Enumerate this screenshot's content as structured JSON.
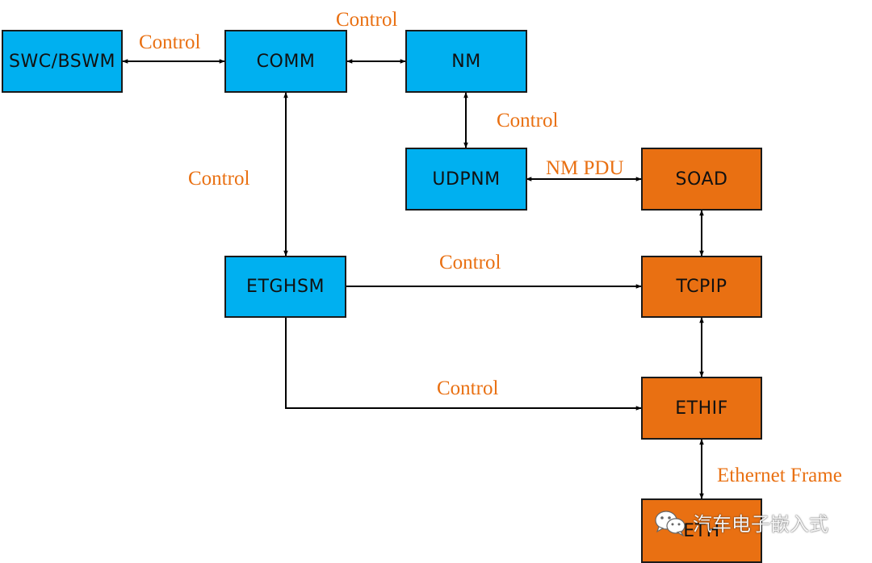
{
  "colors": {
    "blue_box": "#00b0f0",
    "orange_box": "#e97012",
    "label_text": "#e97012",
    "arrow": "#000000"
  },
  "nodes": {
    "swc_bswm": "SWC/BSWM",
    "comm": "COMM",
    "nm": "NM",
    "udpnm": "UDPNM",
    "soad": "SOAD",
    "etghsm": "ETGHSM",
    "tcpip": "TCPIP",
    "ethif": "ETHIF",
    "eth": "ETH"
  },
  "edges": [
    {
      "from": "SWC/BSWM",
      "to": "COMM",
      "label": "Control",
      "direction": "both"
    },
    {
      "from": "COMM",
      "to": "NM",
      "label": "Control",
      "direction": "both"
    },
    {
      "from": "NM",
      "to": "UDPNM",
      "label": "Control",
      "direction": "both"
    },
    {
      "from": "COMM",
      "to": "ETGHSM",
      "label": "Control",
      "direction": "both"
    },
    {
      "from": "UDPNM",
      "to": "SOAD",
      "label": "NM PDU",
      "direction": "both"
    },
    {
      "from": "ETGHSM",
      "to": "TCPIP",
      "label": "Control",
      "direction": "forward"
    },
    {
      "from": "ETGHSM",
      "to": "ETHIF",
      "label": "Control",
      "direction": "forward"
    },
    {
      "from": "SOAD",
      "to": "TCPIP",
      "label": "",
      "direction": "both"
    },
    {
      "from": "TCPIP",
      "to": "ETHIF",
      "label": "",
      "direction": "both"
    },
    {
      "from": "ETHIF",
      "to": "ETH",
      "label": "Ethernet Frame",
      "direction": "both"
    }
  ],
  "labels": {
    "swc_comm": "Control",
    "comm_nm": "Control",
    "nm_udpnm": "Control",
    "comm_etghsm": "Control",
    "udpnm_soad": "NM PDU",
    "etghsm_tcpip": "Control",
    "etghsm_ethif": "Control",
    "ethif_eth": "Ethernet Frame"
  },
  "watermark": {
    "text": "汽车电子嵌入式",
    "icon": "wechat-icon"
  }
}
